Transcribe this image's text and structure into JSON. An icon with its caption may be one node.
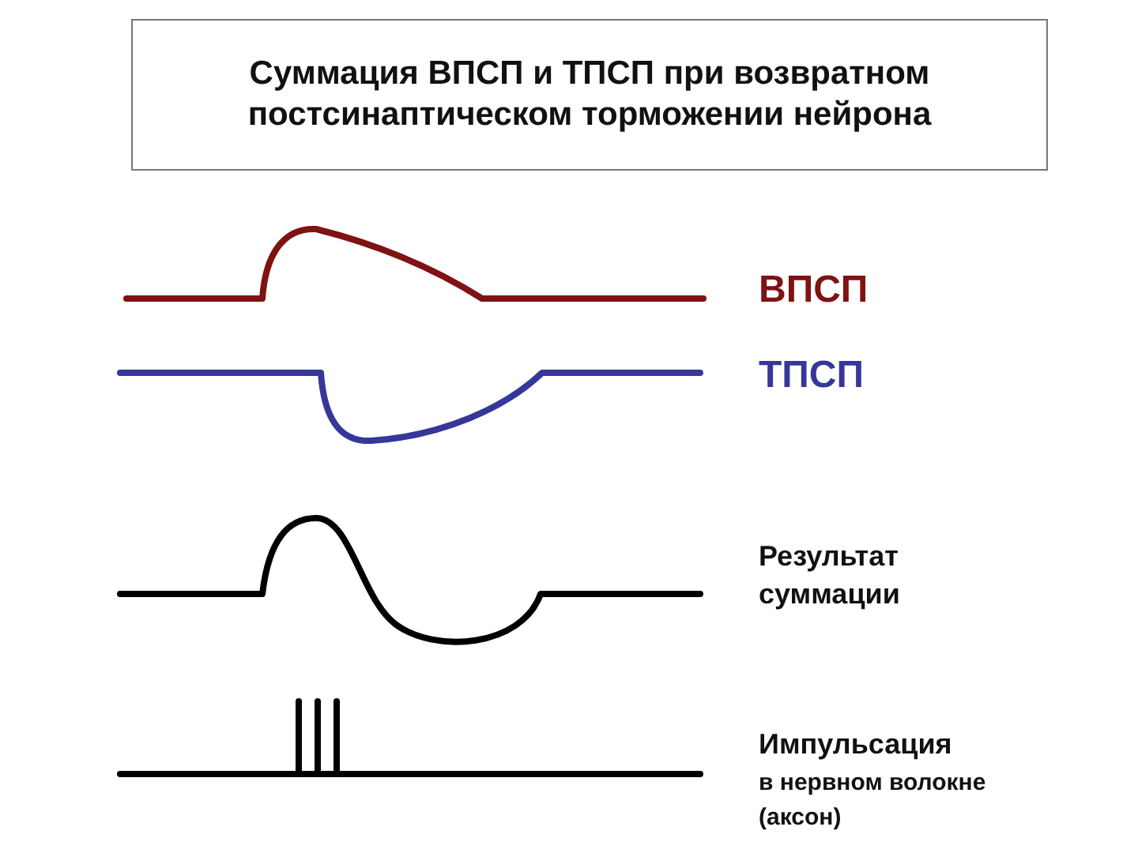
{
  "diagram": {
    "title": "Суммация ВПСП и ТПСП при возвратном постсинаптическом торможении нейрона",
    "labels": [
      "ВПСП",
      "ТПСП",
      "Результат суммации",
      "Импульсация",
      "в нервном волокне (аксон)"
    ]
  }
}
